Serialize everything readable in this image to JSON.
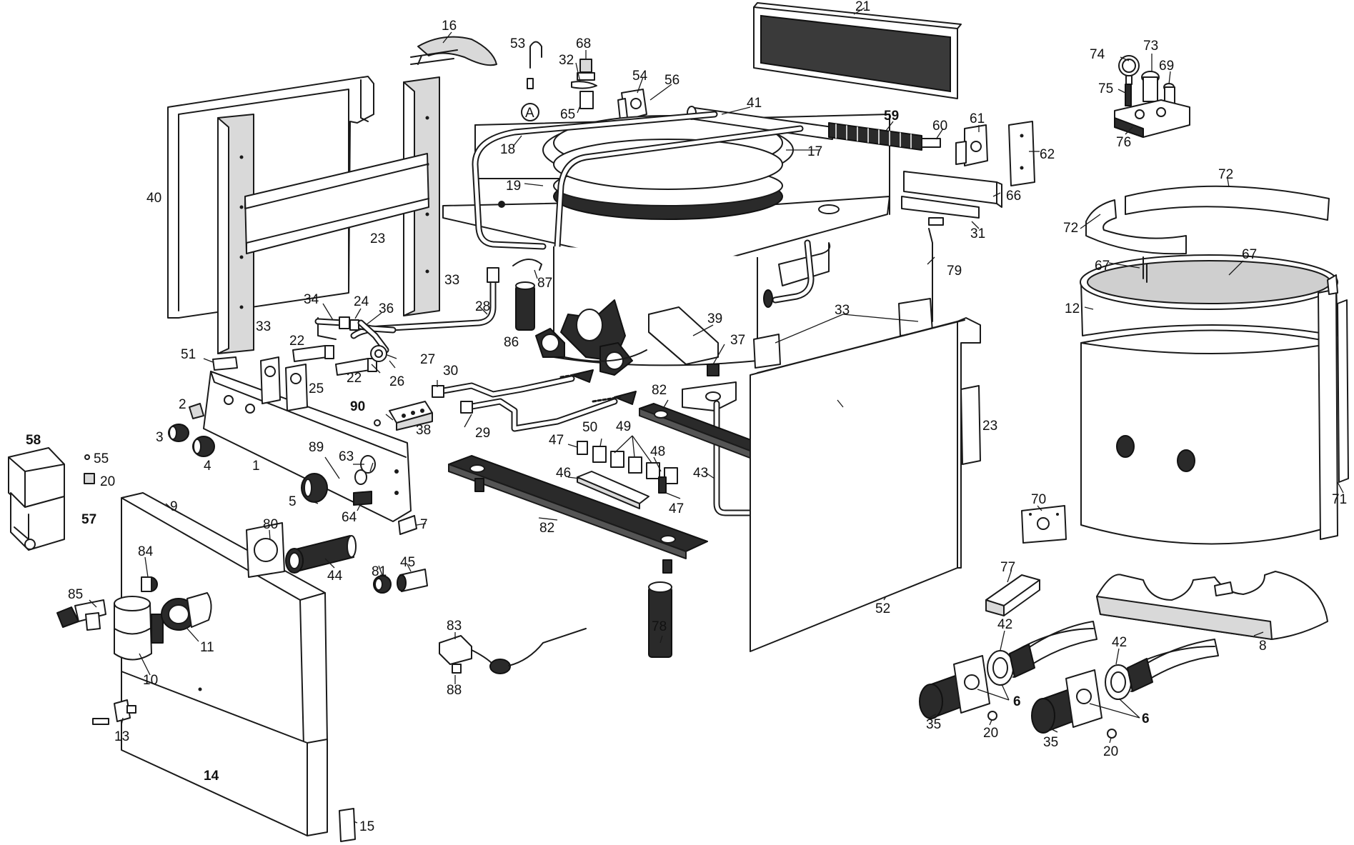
{
  "diagram": {
    "callouts": [
      {
        "id": "c21",
        "text": "21",
        "bold": false
      },
      {
        "id": "c16",
        "text": "16",
        "bold": false
      },
      {
        "id": "c53",
        "text": "53",
        "bold": false
      },
      {
        "id": "c68",
        "text": "68",
        "bold": false
      },
      {
        "id": "c32",
        "text": "32",
        "bold": false
      },
      {
        "id": "cA",
        "text": "A",
        "bold": false
      },
      {
        "id": "c65",
        "text": "65",
        "bold": false
      },
      {
        "id": "c54",
        "text": "54",
        "bold": false
      },
      {
        "id": "c56",
        "text": "56",
        "bold": false
      },
      {
        "id": "c41",
        "text": "41",
        "bold": false
      },
      {
        "id": "c59",
        "text": "59",
        "bold": true
      },
      {
        "id": "c60",
        "text": "60",
        "bold": false
      },
      {
        "id": "c61",
        "text": "61",
        "bold": false
      },
      {
        "id": "c62",
        "text": "62",
        "bold": false
      },
      {
        "id": "c74",
        "text": "74",
        "bold": false
      },
      {
        "id": "c73",
        "text": "73",
        "bold": false
      },
      {
        "id": "c69",
        "text": "69",
        "bold": false
      },
      {
        "id": "c75",
        "text": "75",
        "bold": false
      },
      {
        "id": "c76",
        "text": "76",
        "bold": false
      },
      {
        "id": "c40",
        "text": "40",
        "bold": false
      },
      {
        "id": "c18",
        "text": "18",
        "bold": false
      },
      {
        "id": "c17",
        "text": "17",
        "bold": false
      },
      {
        "id": "c19",
        "text": "19",
        "bold": false
      },
      {
        "id": "c66",
        "text": "66",
        "bold": false
      },
      {
        "id": "c72a",
        "text": "72",
        "bold": false
      },
      {
        "id": "c72b",
        "text": "72",
        "bold": false
      },
      {
        "id": "c31",
        "text": "31",
        "bold": false
      },
      {
        "id": "c23a",
        "text": "23",
        "bold": false
      },
      {
        "id": "c33a",
        "text": "33",
        "bold": false
      },
      {
        "id": "c79",
        "text": "79",
        "bold": false
      },
      {
        "id": "c67a",
        "text": "67",
        "bold": false
      },
      {
        "id": "c67b",
        "text": "67",
        "bold": false
      },
      {
        "id": "c87",
        "text": "87",
        "bold": false
      },
      {
        "id": "c12",
        "text": "12",
        "bold": false
      },
      {
        "id": "c34",
        "text": "34",
        "bold": false
      },
      {
        "id": "c24",
        "text": "24",
        "bold": false
      },
      {
        "id": "c36",
        "text": "36",
        "bold": false
      },
      {
        "id": "c28",
        "text": "28",
        "bold": false
      },
      {
        "id": "c33b",
        "text": "33",
        "bold": false
      },
      {
        "id": "c33c",
        "text": "33",
        "bold": false
      },
      {
        "id": "c86",
        "text": "86",
        "bold": false
      },
      {
        "id": "c39",
        "text": "39",
        "bold": false
      },
      {
        "id": "c22a",
        "text": "22",
        "bold": false
      },
      {
        "id": "c51",
        "text": "51",
        "bold": false
      },
      {
        "id": "c37",
        "text": "37",
        "bold": false
      },
      {
        "id": "c27",
        "text": "27",
        "bold": false
      },
      {
        "id": "c22b",
        "text": "22",
        "bold": false
      },
      {
        "id": "c26",
        "text": "26",
        "bold": false
      },
      {
        "id": "c25",
        "text": "25",
        "bold": false
      },
      {
        "id": "c30",
        "text": "30",
        "bold": false
      },
      {
        "id": "c82a",
        "text": "82",
        "bold": false
      },
      {
        "id": "c2",
        "text": "2",
        "bold": false
      },
      {
        "id": "c90",
        "text": "90",
        "bold": true
      },
      {
        "id": "c38",
        "text": "38",
        "bold": false
      },
      {
        "id": "c29",
        "text": "29",
        "bold": false
      },
      {
        "id": "c23b",
        "text": "23",
        "bold": false
      },
      {
        "id": "c3",
        "text": "3",
        "bold": false
      },
      {
        "id": "c58",
        "text": "58",
        "bold": true
      },
      {
        "id": "c47a",
        "text": "47",
        "bold": false
      },
      {
        "id": "c50",
        "text": "50",
        "bold": false
      },
      {
        "id": "c49",
        "text": "49",
        "bold": false
      },
      {
        "id": "c55",
        "text": "55",
        "bold": false
      },
      {
        "id": "c4",
        "text": "4",
        "bold": false
      },
      {
        "id": "c89",
        "text": "89",
        "bold": false
      },
      {
        "id": "c48",
        "text": "48",
        "bold": false
      },
      {
        "id": "c20a",
        "text": "20",
        "bold": false
      },
      {
        "id": "c63",
        "text": "63",
        "bold": false
      },
      {
        "id": "c1",
        "text": "1",
        "bold": false
      },
      {
        "id": "c43",
        "text": "43",
        "bold": false
      },
      {
        "id": "c46",
        "text": "46",
        "bold": false
      },
      {
        "id": "c5",
        "text": "5",
        "bold": false
      },
      {
        "id": "c47b",
        "text": "47",
        "bold": false
      },
      {
        "id": "c71",
        "text": "71",
        "bold": false
      },
      {
        "id": "c57",
        "text": "57",
        "bold": true
      },
      {
        "id": "c64",
        "text": "64",
        "bold": false
      },
      {
        "id": "c7",
        "text": "7",
        "bold": false
      },
      {
        "id": "c70",
        "text": "70",
        "bold": false
      },
      {
        "id": "c9",
        "text": "9",
        "bold": false
      },
      {
        "id": "c82b",
        "text": "82",
        "bold": false
      },
      {
        "id": "c80",
        "text": "80",
        "bold": false
      },
      {
        "id": "c84",
        "text": "84",
        "bold": false
      },
      {
        "id": "c45",
        "text": "45",
        "bold": false
      },
      {
        "id": "c81",
        "text": "81",
        "bold": false
      },
      {
        "id": "c44",
        "text": "44",
        "bold": false
      },
      {
        "id": "c77",
        "text": "77",
        "bold": false
      },
      {
        "id": "c85",
        "text": "85",
        "bold": false
      },
      {
        "id": "c52",
        "text": "52",
        "bold": false
      },
      {
        "id": "c8",
        "text": "8",
        "bold": false
      },
      {
        "id": "c83",
        "text": "83",
        "bold": false
      },
      {
        "id": "c42a",
        "text": "42",
        "bold": false
      },
      {
        "id": "c42b",
        "text": "42",
        "bold": false
      },
      {
        "id": "c78",
        "text": "78",
        "bold": false
      },
      {
        "id": "c11",
        "text": "11",
        "bold": false
      },
      {
        "id": "c10",
        "text": "10",
        "bold": false
      },
      {
        "id": "c88",
        "text": "88",
        "bold": false
      },
      {
        "id": "c6a",
        "text": "6",
        "bold": true
      },
      {
        "id": "c6b",
        "text": "6",
        "bold": true
      },
      {
        "id": "c13",
        "text": "13",
        "bold": false
      },
      {
        "id": "c35a",
        "text": "35",
        "bold": false
      },
      {
        "id": "c20b",
        "text": "20",
        "bold": false
      },
      {
        "id": "c35b",
        "text": "35",
        "bold": false
      },
      {
        "id": "c20c",
        "text": "20",
        "bold": false
      },
      {
        "id": "c14",
        "text": "14",
        "bold": true
      },
      {
        "id": "c15",
        "text": "15",
        "bold": false
      }
    ]
  }
}
